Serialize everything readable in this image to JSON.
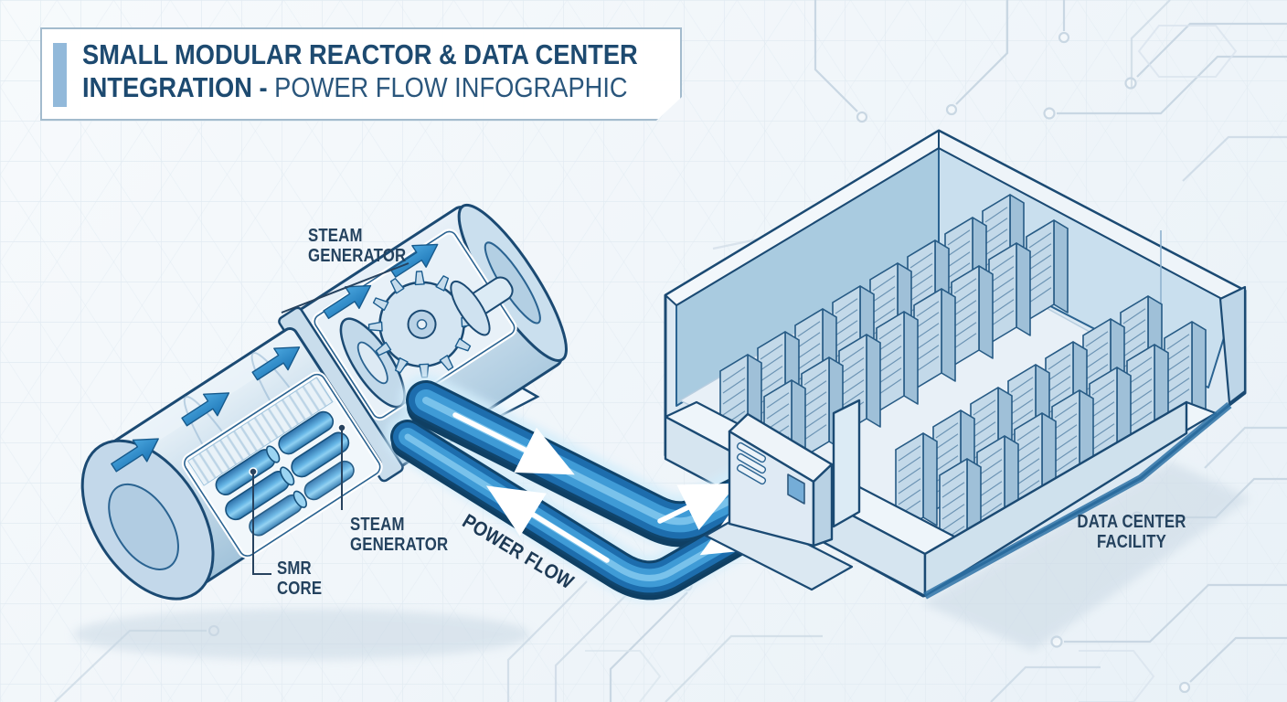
{
  "title": {
    "line1": "SMALL MODULAR REACTOR & DATA CENTER",
    "line2_bold": "INTEGRATION -",
    "line2_light": "POWER FLOW INFOGRAPHIC"
  },
  "labels": {
    "steam_generator_top": "STEAM GENERATOR",
    "steam_generator_mid": "STEAM GENERATOR",
    "smr_core": "SMR CORE",
    "power_flow": "POWER FLOW",
    "data_center_facility": "DATA CENTER FACILITY"
  },
  "diagram": {
    "type": "isometric-infographic",
    "subject": "Small modular reactor powering a data center",
    "flow": {
      "supply_line": "reactor-to-datacenter",
      "return_line": "datacenter-to-reactor"
    },
    "datacenter": {
      "rack_rows": [
        8,
        8,
        7,
        7
      ],
      "rack_height": 92
    },
    "reactor": {
      "hull_arrow_count": 5,
      "fuel_rod_rows": 3
    },
    "colors": {
      "outline_navy": "#1b4a73",
      "title_text": "#1d4a70",
      "label_text": "#24425e",
      "accent_bar": "#92b9da",
      "flow_arrow_blue": "#2f8fd2",
      "pipe_dark": "#1d6dad",
      "pipe_bright": "#3f9bd6",
      "pipe_glow": "#d3edfb",
      "fuel_rod_blue": "#2f7cb5",
      "building_light": "#dce9f3",
      "background": "#f3f7fa"
    }
  }
}
